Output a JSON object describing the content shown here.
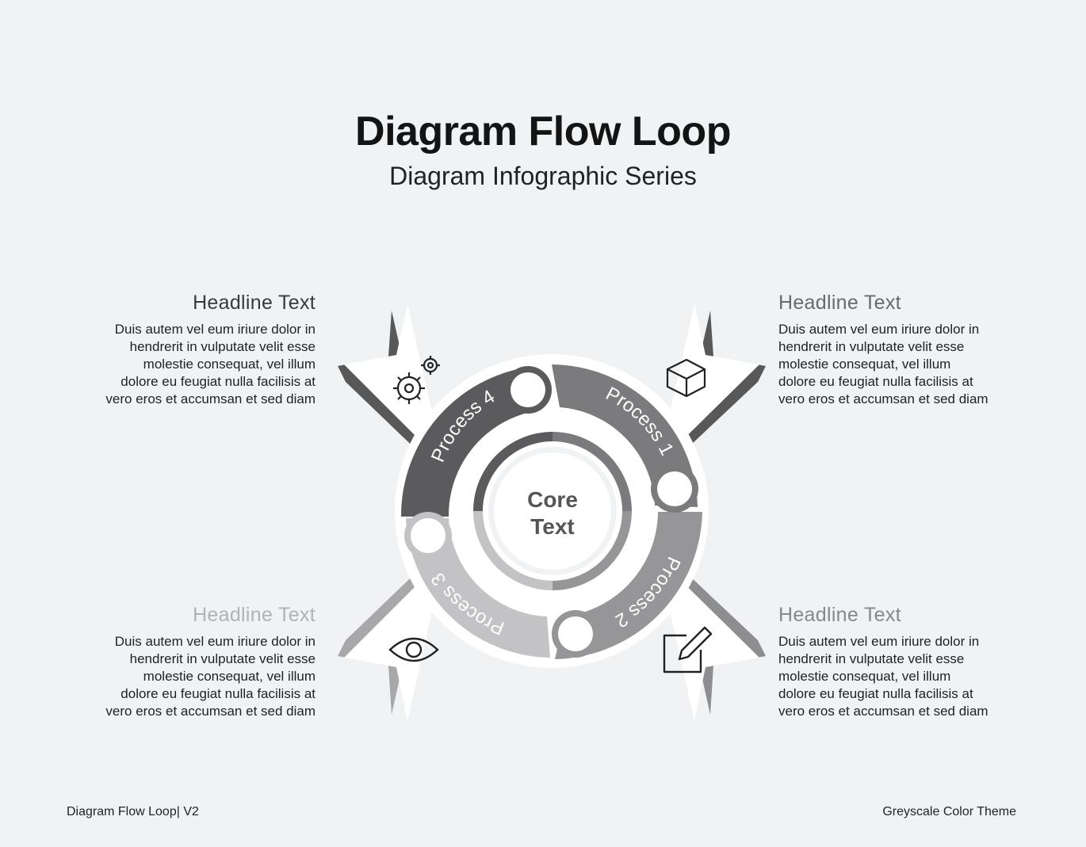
{
  "header": {
    "title": "Diagram Flow Loop",
    "subtitle": "Diagram Infographic Series"
  },
  "core": {
    "line1": "Core",
    "line2": "Text"
  },
  "colors": {
    "background": "#f1f2f4",
    "process1": "#7b7b7d",
    "process2": "#969698",
    "process3": "#c3c3c5",
    "process4": "#5b5b5d",
    "shape": "#ffffff"
  },
  "processes": [
    {
      "label": "Process 1",
      "icon": "cube-icon"
    },
    {
      "label": "Process 2",
      "icon": "edit-icon"
    },
    {
      "label": "Process 3",
      "icon": "eye-icon"
    },
    {
      "label": "Process 4",
      "icon": "gears-icon"
    }
  ],
  "blocks": {
    "top_left": {
      "headline": "Headline Text",
      "lines": [
        "Duis autem vel eum iriure dolor in",
        "hendrerit in vulputate velit esse",
        "molestie consequat, vel illum",
        "dolore eu feugiat nulla facilisis at",
        "vero eros et accumsan et sed diam"
      ],
      "headline_color": "#3a3a3a"
    },
    "top_right": {
      "headline": "Headline Text",
      "lines": [
        "Duis autem vel eum iriure dolor in",
        "hendrerit in vulputate velit esse",
        "molestie consequat, vel illum",
        "dolore eu feugiat nulla facilisis at",
        "vero eros et accumsan et sed diam"
      ],
      "headline_color": "#6a6a6c"
    },
    "bottom_left": {
      "headline": "Headline Text",
      "lines": [
        "Duis autem vel eum iriure dolor in",
        "hendrerit in vulputate velit esse",
        "molestie consequat, vel illum",
        "dolore eu feugiat nulla facilisis at",
        "vero eros et accumsan et sed diam"
      ],
      "headline_color": "#b2b2b4"
    },
    "bottom_right": {
      "headline": "Headline Text",
      "lines": [
        "Duis autem vel eum iriure dolor in",
        "hendrerit in vulputate velit esse",
        "molestie consequat, vel illum",
        "dolore eu feugiat nulla facilisis at",
        "vero eros et accumsan et sed diam"
      ],
      "headline_color": "#88888a"
    }
  },
  "footer": {
    "left": "Diagram Flow Loop| V2",
    "right": "Greyscale Color Theme"
  }
}
